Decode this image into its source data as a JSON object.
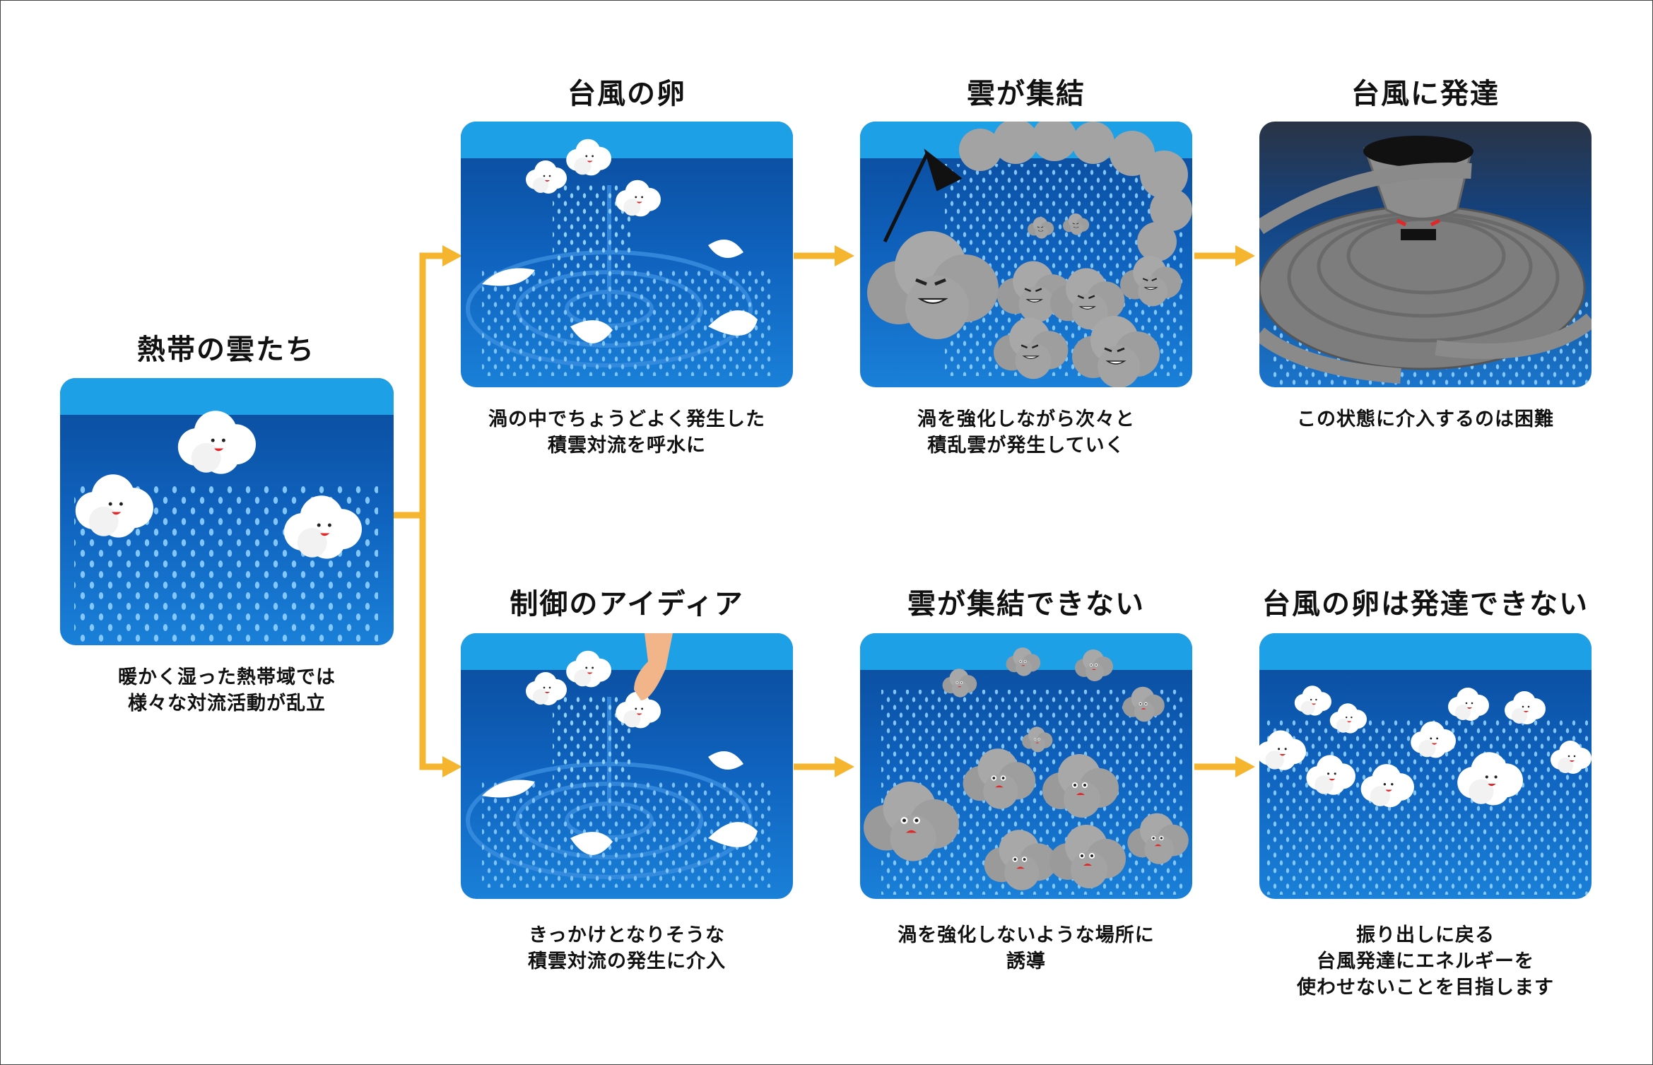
{
  "start": {
    "title": "熱帯の雲たち",
    "caption": [
      "暖かく湿った熱帯域では",
      "様々な対流活動が乱立"
    ]
  },
  "top_row": {
    "step1": {
      "title": "台風の卵",
      "caption": [
        "渦の中でちょうどよく発生した",
        "積雲対流を呼水に"
      ]
    },
    "step2": {
      "title": "雲が集結",
      "caption": [
        "渦を強化しながら次々と",
        "積乱雲が発生していく"
      ]
    },
    "step3": {
      "title": "台風に発達",
      "caption": [
        "この状態に介入するのは困難"
      ]
    }
  },
  "bottom_row": {
    "step1": {
      "title": "制御のアイディア",
      "caption": [
        "きっかけとなりそうな",
        "積雲対流の発生に介入"
      ]
    },
    "step2": {
      "title": "雲が集結できない",
      "caption": [
        "渦を強化しないような場所に",
        "誘導"
      ]
    },
    "step3": {
      "title": "台風の卵は発達できない",
      "caption": [
        "振り出しに戻る",
        "台風発達にエネルギーを",
        "使わせないことを目指します"
      ]
    }
  },
  "colors": {
    "arrow": "#f5b52e",
    "sky_top": "#1ea0e6",
    "sea": "#0f5fb8",
    "sea_dark": "#0a4690",
    "rain": "#8fd0ff",
    "cloud_white": "#ffffff",
    "cloud_gray": "#a3a3a3",
    "typhoon_gray": "#7d7d7d",
    "night_sky": "#2a3445"
  }
}
